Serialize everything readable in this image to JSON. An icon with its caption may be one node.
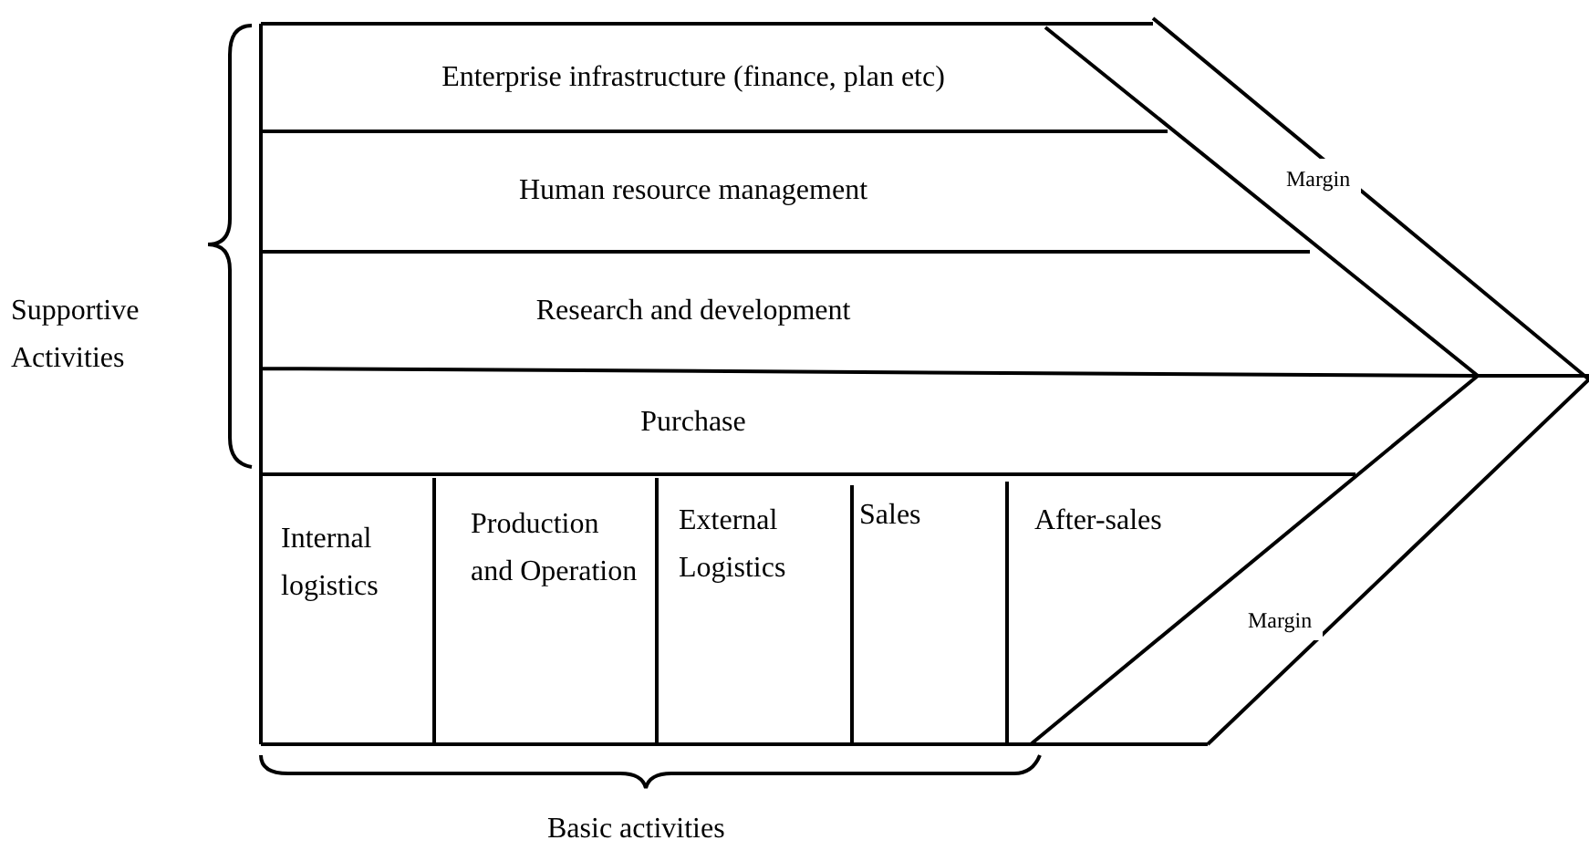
{
  "diagram": {
    "nodes": [
      {
        "text": [
          "Enterprise infrastructure (finance, plan etc)"
        ]
      },
      {
        "text": [
          "Human resource management"
        ]
      },
      {
        "text": [
          "Research and development"
        ]
      },
      {
        "text": [
          "Purchase"
        ]
      },
      {
        "text": [
          "Internal logistics"
        ]
      },
      {
        "text": [
          "Production and Operation"
        ]
      },
      {
        "text": [
          "External Logistics"
        ]
      },
      {
        "text": [
          "Sales"
        ]
      },
      {
        "text": [
          "After-sales"
        ]
      },
      {
        "text": [
          "Margin"
        ]
      },
      {
        "text": [
          "Margin"
        ]
      }
    ],
    "edges": [],
    "labels": [
      "Supportive Activities",
      "Basic activities"
    ]
  }
}
